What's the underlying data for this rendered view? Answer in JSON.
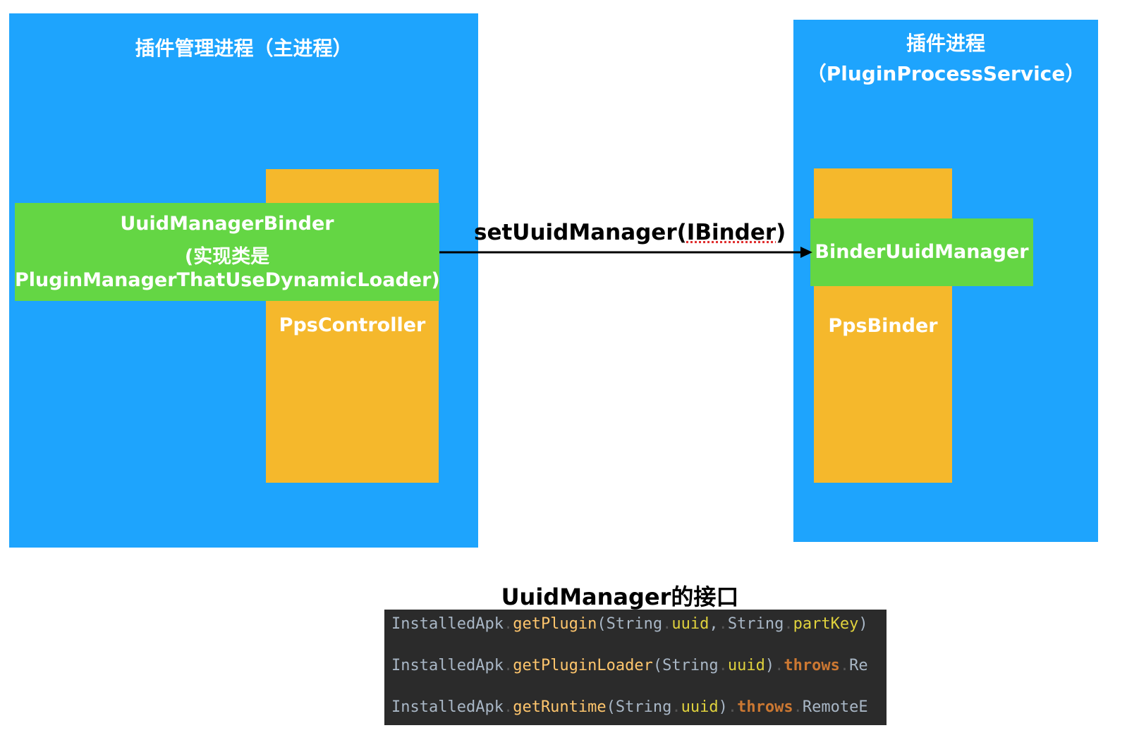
{
  "left_process": {
    "title": "插件管理进程（主进程）",
    "controller_label": "PpsController",
    "binder_lines": [
      "UuidManagerBinder",
      "(实现类是",
      "PluginManagerThatUseDynamicLoader)"
    ]
  },
  "right_process": {
    "title_line1": "插件进程",
    "title_line2": "（PluginProcessService）",
    "binder_label": "PpsBinder",
    "uuid_manager_label": "BinderUuidManager"
  },
  "arrow": {
    "label_prefix": "setUuidManager(",
    "label_arg": "IBinder",
    "label_suffix": ")"
  },
  "code_panel": {
    "title": "UuidManager的接口",
    "lines": [
      [
        {
          "text": "InstalledApk",
          "cls": "t-type"
        },
        {
          "text": ".",
          "cls": "t-dot"
        },
        {
          "text": "getPlugin",
          "cls": "t-fn"
        },
        {
          "text": "(String",
          "cls": "t-type"
        },
        {
          "text": ".",
          "cls": "t-dot"
        },
        {
          "text": "uuid",
          "cls": "t-param"
        },
        {
          "text": ",",
          "cls": "t-type"
        },
        {
          "text": ".",
          "cls": "t-dot"
        },
        {
          "text": "String",
          "cls": "t-type"
        },
        {
          "text": ".",
          "cls": "t-dot"
        },
        {
          "text": "partKey",
          "cls": "t-param"
        },
        {
          "text": ")",
          "cls": "t-type"
        }
      ],
      [
        {
          "text": "InstalledApk",
          "cls": "t-type"
        },
        {
          "text": ".",
          "cls": "t-dot"
        },
        {
          "text": "getPluginLoader",
          "cls": "t-fn"
        },
        {
          "text": "(String",
          "cls": "t-type"
        },
        {
          "text": ".",
          "cls": "t-dot"
        },
        {
          "text": "uuid",
          "cls": "t-param"
        },
        {
          "text": ")",
          "cls": "t-type"
        },
        {
          "text": ".",
          "cls": "t-dot"
        },
        {
          "text": "throws",
          "cls": "t-kw"
        },
        {
          "text": ".",
          "cls": "t-dot"
        },
        {
          "text": "Re",
          "cls": "t-type"
        }
      ],
      [
        {
          "text": "InstalledApk",
          "cls": "t-type"
        },
        {
          "text": ".",
          "cls": "t-dot"
        },
        {
          "text": "getRuntime",
          "cls": "t-fn"
        },
        {
          "text": "(String",
          "cls": "t-type"
        },
        {
          "text": ".",
          "cls": "t-dot"
        },
        {
          "text": "uuid",
          "cls": "t-param"
        },
        {
          "text": ")",
          "cls": "t-type"
        },
        {
          "text": ".",
          "cls": "t-dot"
        },
        {
          "text": "throws",
          "cls": "t-kw"
        },
        {
          "text": ".",
          "cls": "t-dot"
        },
        {
          "text": "RemoteE",
          "cls": "t-type"
        }
      ]
    ]
  }
}
